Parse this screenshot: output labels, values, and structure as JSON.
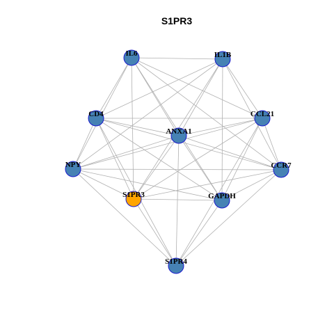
{
  "title": "S1PR3",
  "colors": {
    "node_fill": "#4682b4",
    "node_stroke": "#1a1acd",
    "highlight_fill": "#ffa500",
    "edge": "#b0b0b0",
    "background": "#ffffff"
  },
  "highlight_node": "S1PR3",
  "nodes": [
    {
      "id": "IL6"
    },
    {
      "id": "IL1B"
    },
    {
      "id": "CD4"
    },
    {
      "id": "CCL21"
    },
    {
      "id": "ANXA1"
    },
    {
      "id": "NPY"
    },
    {
      "id": "CCR7"
    },
    {
      "id": "S1PR3"
    },
    {
      "id": "GAPDH"
    },
    {
      "id": "S1PR4"
    }
  ],
  "edges": [
    [
      "IL6",
      "IL1B"
    ],
    [
      "IL6",
      "CD4"
    ],
    [
      "IL6",
      "NPY"
    ],
    [
      "IL6",
      "S1PR3"
    ],
    [
      "IL6",
      "ANXA1"
    ],
    [
      "IL6",
      "GAPDH"
    ],
    [
      "IL6",
      "CCL21"
    ],
    [
      "IL6",
      "CCR7"
    ],
    [
      "IL1B",
      "CD4"
    ],
    [
      "IL1B",
      "ANXA1"
    ],
    [
      "IL1B",
      "NPY"
    ],
    [
      "IL1B",
      "S1PR3"
    ],
    [
      "IL1B",
      "GAPDH"
    ],
    [
      "IL1B",
      "CCL21"
    ],
    [
      "IL1B",
      "CCR7"
    ],
    [
      "CD4",
      "ANXA1"
    ],
    [
      "CD4",
      "NPY"
    ],
    [
      "CD4",
      "S1PR3"
    ],
    [
      "CD4",
      "GAPDH"
    ],
    [
      "CD4",
      "CCL21"
    ],
    [
      "CD4",
      "CCR7"
    ],
    [
      "CD4",
      "S1PR4"
    ],
    [
      "CCL21",
      "ANXA1"
    ],
    [
      "CCL21",
      "NPY"
    ],
    [
      "CCL21",
      "S1PR3"
    ],
    [
      "CCL21",
      "GAPDH"
    ],
    [
      "CCL21",
      "CCR7"
    ],
    [
      "CCL21",
      "S1PR4"
    ],
    [
      "ANXA1",
      "NPY"
    ],
    [
      "ANXA1",
      "S1PR3"
    ],
    [
      "ANXA1",
      "GAPDH"
    ],
    [
      "ANXA1",
      "CCR7"
    ],
    [
      "ANXA1",
      "S1PR4"
    ],
    [
      "NPY",
      "S1PR3"
    ],
    [
      "NPY",
      "GAPDH"
    ],
    [
      "NPY",
      "CCR7"
    ],
    [
      "NPY",
      "S1PR4"
    ],
    [
      "CCR7",
      "S1PR3"
    ],
    [
      "CCR7",
      "GAPDH"
    ],
    [
      "CCR7",
      "S1PR4"
    ],
    [
      "S1PR3",
      "GAPDH"
    ],
    [
      "S1PR3",
      "S1PR4"
    ],
    [
      "GAPDH",
      "S1PR4"
    ]
  ]
}
